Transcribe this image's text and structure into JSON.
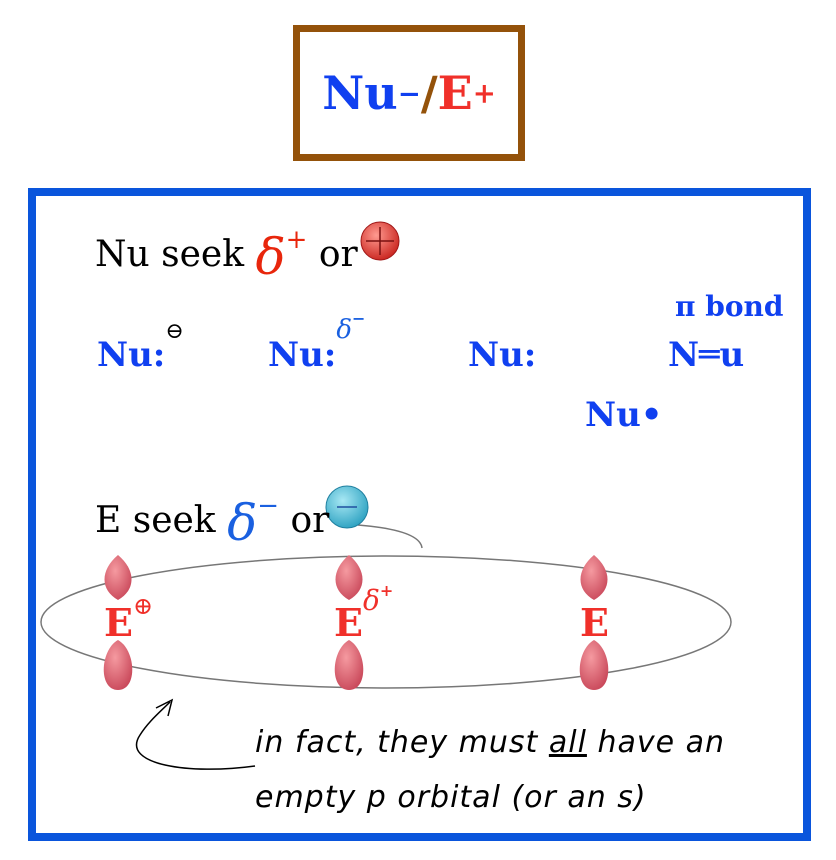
{
  "title": {
    "nu": "Nu",
    "minus": "−",
    "slash": "/",
    "e": "E",
    "plus": "+"
  },
  "nu_section": {
    "heading": "Nu seek",
    "delta": "δ",
    "delta_sign": "+",
    "or": "or",
    "charge_icon": "plus-ball-icon",
    "examples": [
      {
        "text": "Nu:",
        "sup": "⊖"
      },
      {
        "text": "Nu:",
        "sup": "δ",
        "sup_sign": "−"
      },
      {
        "text": "Nu:"
      },
      {
        "text": "Nu•"
      }
    ],
    "pi_label": "π bond",
    "pi_text": "N═u"
  },
  "e_section": {
    "heading": "E seek",
    "delta": "δ",
    "delta_sign": "−",
    "or": "or",
    "charge_icon": "minus-ball-icon",
    "examples": [
      {
        "text": "E",
        "sup": "⊕"
      },
      {
        "text": "E",
        "sup": "δ",
        "sup_sign": "+"
      },
      {
        "text": "E"
      }
    ]
  },
  "note": {
    "line1_a": "in fact, they must ",
    "line1_u": "all",
    "line1_b": " have an",
    "line2": "empty p orbital (or an s)"
  },
  "colors": {
    "blue": "#1040f0",
    "red": "#f0302a",
    "brown": "#94520a",
    "frame": "#0a55dc"
  }
}
